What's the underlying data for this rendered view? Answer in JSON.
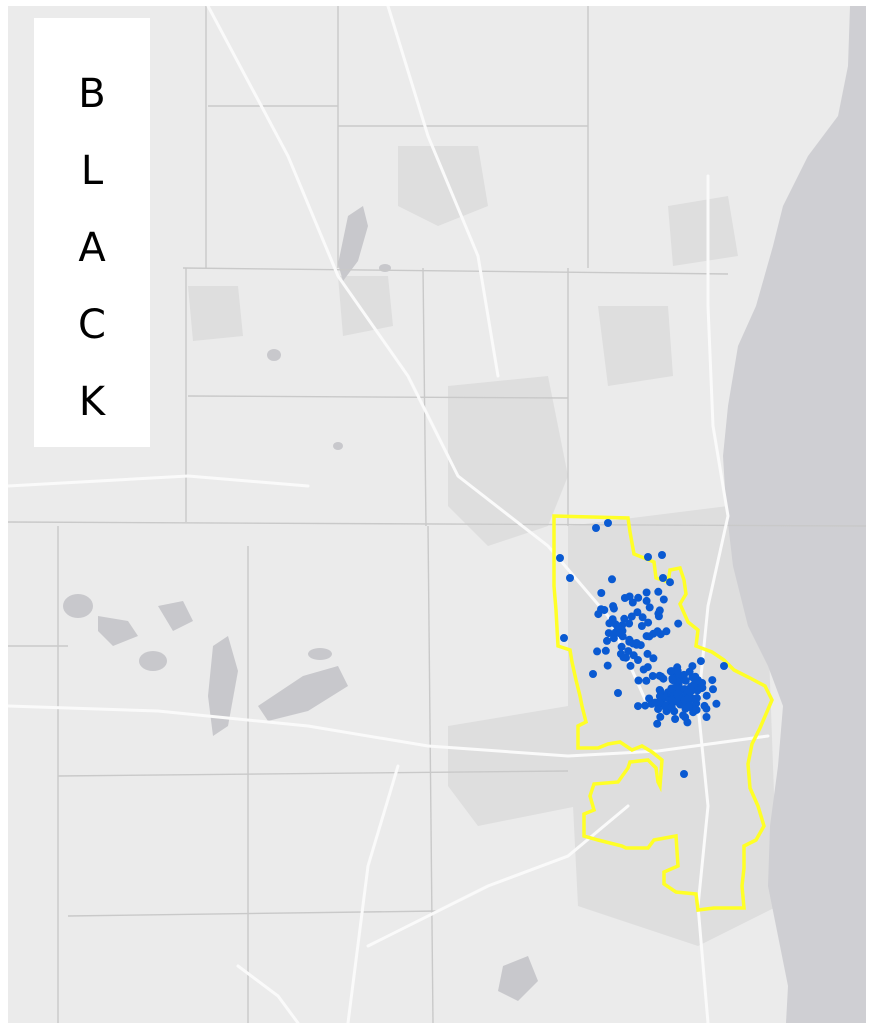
{
  "label": {
    "word": "BLACK",
    "letters": [
      "B",
      "L",
      "A",
      "C",
      "K"
    ]
  },
  "colors": {
    "land": "#ebebeb",
    "water": "#cfcfd3",
    "lake_inland": "#c8c8cc",
    "urban": "#dedede",
    "roads": "#fafafa",
    "boundaries": "#c9c9c9",
    "outline": "#ffff26",
    "points": "#0a5ad2"
  },
  "legend": {
    "outline_meaning": "",
    "point_meaning": ""
  }
}
